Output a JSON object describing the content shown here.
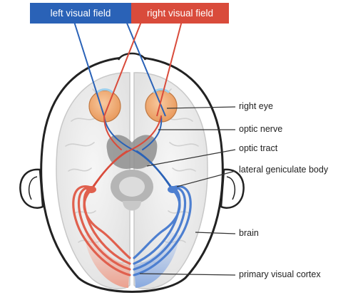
{
  "header": {
    "left_field": "left visual field",
    "right_field": "right visual field"
  },
  "labels": {
    "right_eye": "right eye",
    "optic_nerve": "optic nerve",
    "optic_tract": "optic tract",
    "lgb": "lateral geniculate body",
    "brain": "brain",
    "cortex": "primary visual cortex"
  },
  "colors": {
    "left_field": "#2a62b7",
    "right_field": "#d94b3b",
    "eye": "#f2a974",
    "brain": "#ececec",
    "outline": "#222222"
  }
}
